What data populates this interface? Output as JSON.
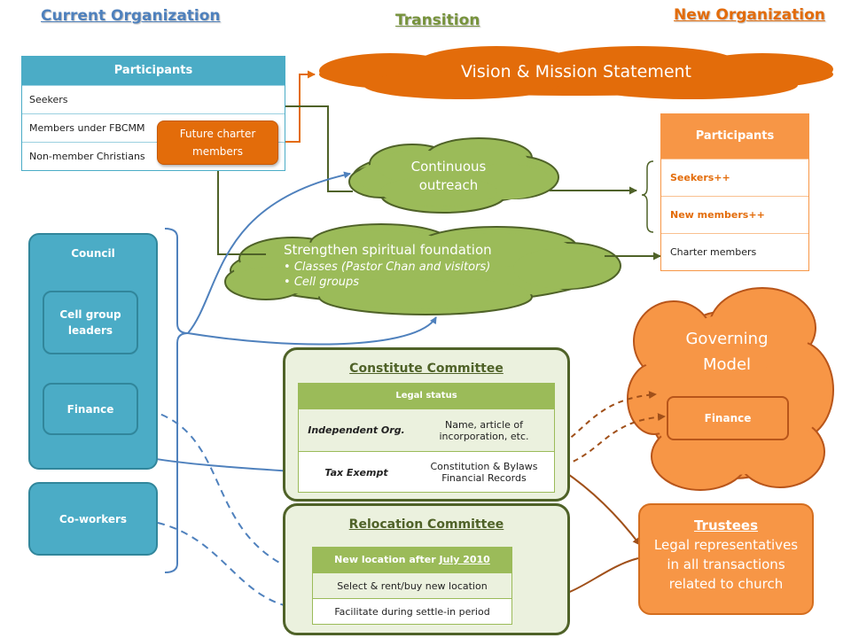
{
  "headings": {
    "current": "Current Organization",
    "transition": "Transition",
    "new": "New Organization"
  },
  "current_participants": {
    "header": "Participants",
    "rows": [
      "Seekers",
      "Members under FBCMM",
      "Non-member Christians"
    ]
  },
  "future_charter": "Future charter members",
  "vision": "Vision & Mission Statement",
  "outreach": "Continuous outreach",
  "spiritual": {
    "title": "Strengthen spiritual foundation",
    "bullets": [
      "Classes (Pastor Chan and visitors)",
      "Cell groups"
    ]
  },
  "new_participants": {
    "header": "Participants",
    "rows": [
      "Seekers++",
      "New members++",
      "Charter members"
    ]
  },
  "council": {
    "label": "Council",
    "cell_group": "Cell group leaders",
    "finance": "Finance"
  },
  "coworkers": "Co-workers",
  "constitute": {
    "title": "Constitute Committee",
    "header": "Legal status",
    "rows": [
      {
        "left": "Independent Org.",
        "right": "Name, article of incorporation, etc."
      },
      {
        "left": "Tax  Exempt",
        "right": "Constitution & Bylaws Financial Records"
      }
    ]
  },
  "relocation": {
    "title": "Relocation Committee",
    "header_prefix": "New location after ",
    "header_date": "July 2010",
    "rows": [
      "Select & rent/buy new location",
      "Facilitate during settle-in period"
    ]
  },
  "governing": {
    "title": "Governing Model",
    "finance": "Finance"
  },
  "trustees": {
    "title": "Trustees",
    "text": "Legal representatives in all transactions related to church"
  },
  "colors": {
    "orange": "#e36c0a",
    "light_orange": "#f79646",
    "green": "#9bbb59",
    "dark_green": "#4f6228",
    "teal": "#4bacc6",
    "blue_line": "#4f81bd",
    "brown_line": "#a0501a"
  }
}
